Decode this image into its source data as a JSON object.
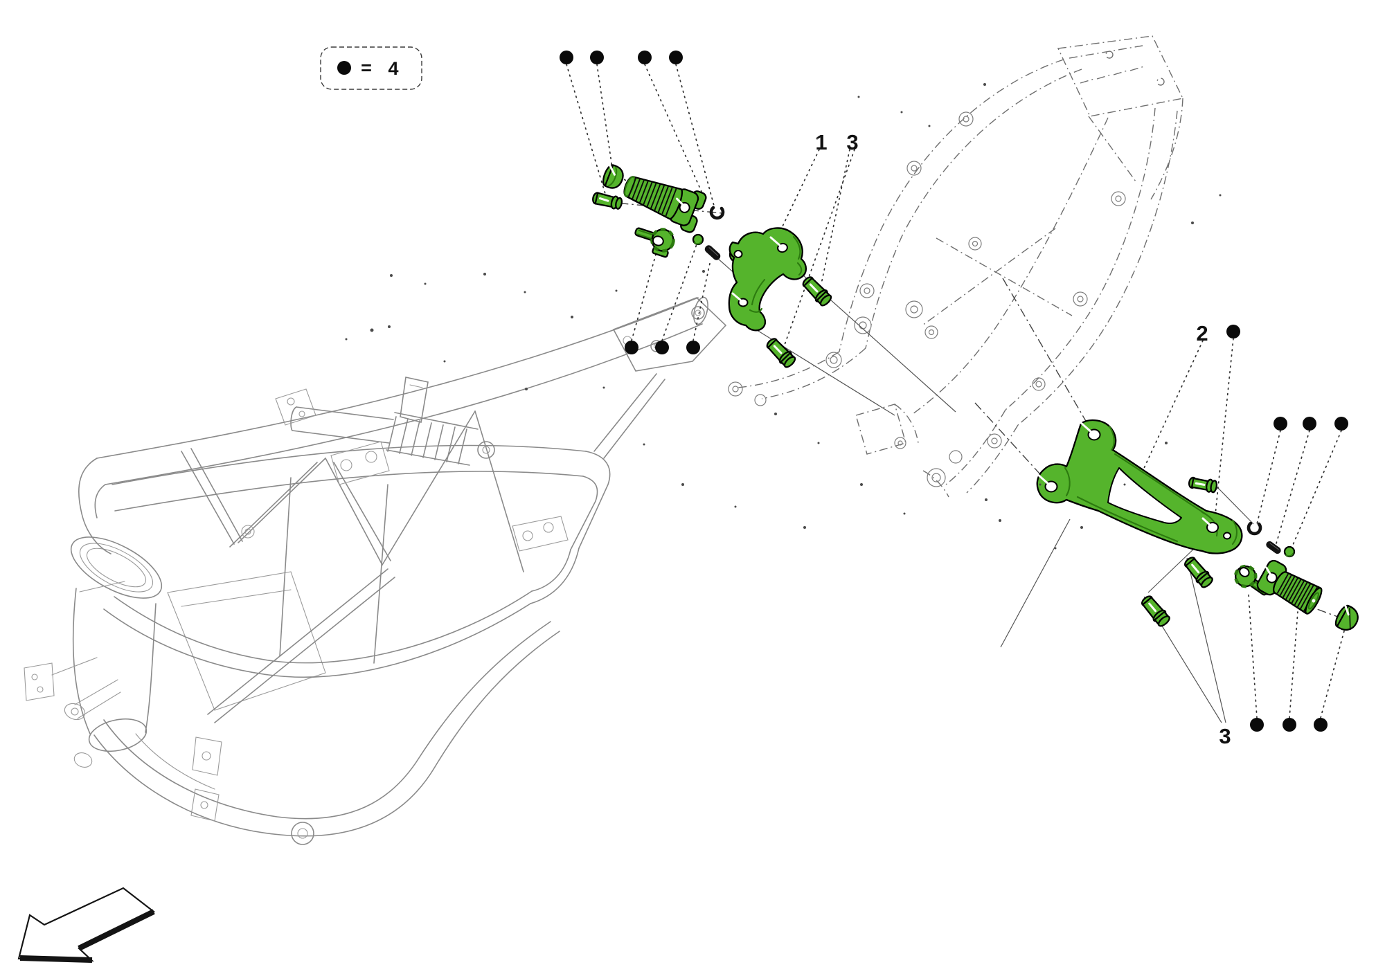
{
  "legend": {
    "equals": "=",
    "quantity": "4"
  },
  "callouts": {
    "c1": "1",
    "c2": "2",
    "c3_front": "3",
    "c3_rear": "3"
  },
  "quantity_dots": {
    "top_row": 4,
    "mid_row": 3,
    "label2_row": 1,
    "right_row": 3,
    "bottom_row": 3
  },
  "colors": {
    "part_green": "#55b42c",
    "part_green_dark": "#2c7a0f",
    "outline": "#000000",
    "frame_line": "#8a8a8a",
    "phantom_line": "#6f6f6f",
    "leader_line": "#333333",
    "callout_dot": "#0a0a0a"
  }
}
